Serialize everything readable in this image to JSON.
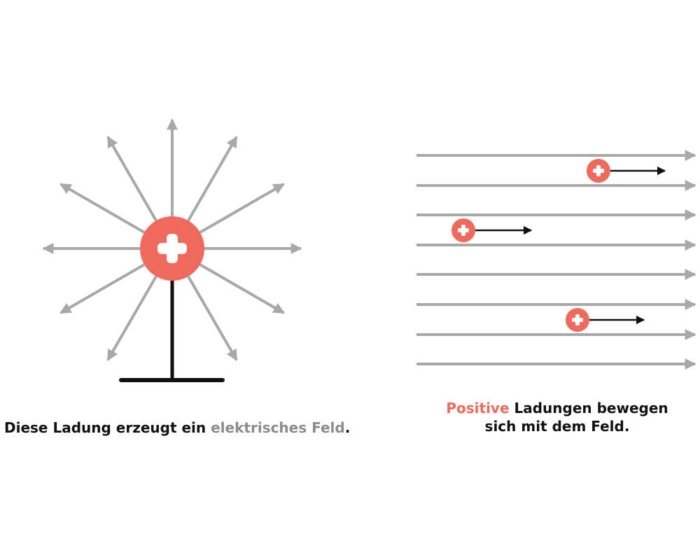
{
  "colors": {
    "field_line": "#a8a8a8",
    "charge": "#ef6a5d",
    "charge_symbol": "#ffffff",
    "stand": "#111111",
    "motion_arrow": "#111111",
    "text": "#111111",
    "highlight_grey": "#8c8c8c",
    "highlight_red": "#ef6a5d"
  },
  "left_panel": {
    "charge_symbol": "+",
    "caption": {
      "before": "Diese Ladung erzeugt ein ",
      "highlight": "elektrisches Feld",
      "after": "."
    }
  },
  "right_panel": {
    "charge_symbol": "+",
    "caption": {
      "highlight": "Positive",
      "line1_rest": " Ladungen bewegen",
      "line2": "sich mit dem Feld."
    }
  }
}
